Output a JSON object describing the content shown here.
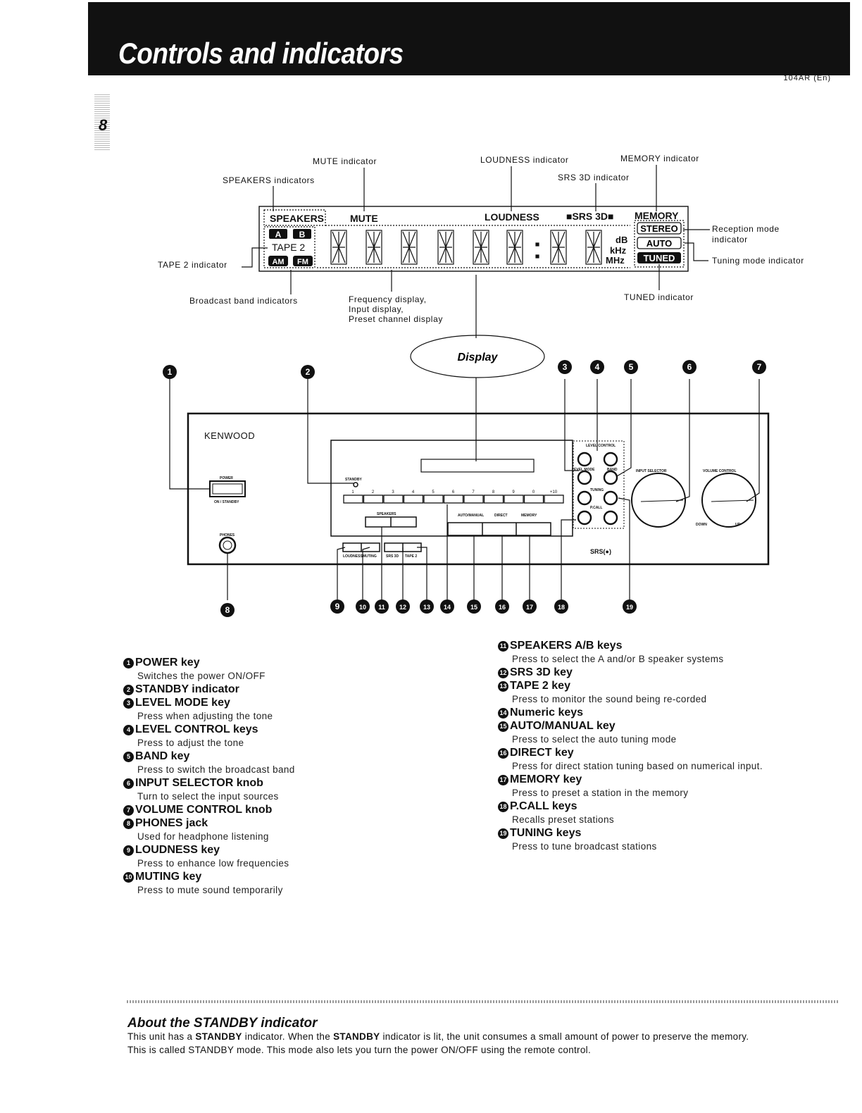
{
  "header": {
    "title": "Controls and indicators",
    "doc_code": "104AR (En)",
    "page_number": "8"
  },
  "display_labels": {
    "mute_indicator": "MUTE indicator",
    "loudness_indicator": "LOUDNESS indicator",
    "memory_indicator": "MEMORY indicator",
    "speakers_indicators": "SPEAKERS indicators",
    "srs3d_indicator": "SRS 3D indicator",
    "reception_mode_indicator_1": "Reception mode",
    "reception_mode_indicator_2": "indicator",
    "tuning_mode_indicator": "Tuning mode indicator",
    "tape2_indicator": "TAPE 2 indicator",
    "broadcast_band_indicators": "Broadcast band indicators",
    "frequency_display_1": "Frequency display,",
    "frequency_display_2": "Input display,",
    "frequency_display_3": "Preset channel display",
    "tuned_indicator": "TUNED indicator",
    "display_oval": "Display"
  },
  "lcd": {
    "speakers": "SPEAKERS",
    "a": "A",
    "b": "B",
    "tape2": "TAPE 2",
    "am": "AM",
    "fm": "FM",
    "mute": "MUTE",
    "loudness": "LOUDNESS",
    "srs3d": "■SRS 3D■",
    "memory": "MEMORY",
    "stereo": "STEREO",
    "auto": "AUTO",
    "tuned": "TUNED",
    "db": "dB",
    "khz": "kHz",
    "mhz": "MHz"
  },
  "panel": {
    "brand": "KENWOOD",
    "power": "POWER",
    "on_standby": "ON / STANDBY",
    "phones": "PHONES",
    "standby": "STANDBY",
    "level_control": "LEVEL CONTROL",
    "level_mode": "LEVEL MODE",
    "band": "BAND",
    "input_selector": "INPUT SELECTOR",
    "volume_control": "VOLUME CONTROL",
    "down": "DOWN",
    "up": "UP",
    "speakers_keys": "SPEAKERS",
    "auto_manual": "AUTO/MANUAL",
    "direct": "DIRECT",
    "memory_key": "MEMORY",
    "loudness": "LOUDNESS",
    "muting": "MUTING",
    "srs3d": "SRS 3D",
    "tape2": "TAPE 2",
    "srs_logo": "SRS(●)",
    "numeric": [
      "1",
      "2",
      "3",
      "4",
      "5",
      "6",
      "7",
      "8",
      "9",
      "0",
      "+10"
    ],
    "tuning": "TUNING",
    "pcall": "P.CALL"
  },
  "callouts_top": [
    "1",
    "2",
    "3",
    "4",
    "5",
    "6",
    "7"
  ],
  "callouts_bottom": [
    "8",
    "9",
    "10",
    "11",
    "12",
    "13",
    "14",
    "15",
    "16",
    "17",
    "18",
    "19"
  ],
  "items_left": [
    {
      "num": "1",
      "title": "POWER key",
      "desc": "Switches the power ON/OFF"
    },
    {
      "num": "2",
      "title": "STANDBY indicator",
      "desc": ""
    },
    {
      "num": "3",
      "title": "LEVEL MODE key",
      "desc": "Press when adjusting the tone"
    },
    {
      "num": "4",
      "title": "LEVEL CONTROL keys",
      "desc": "Press to adjust the tone"
    },
    {
      "num": "5",
      "title": "BAND key",
      "desc": "Press to switch the broadcast band"
    },
    {
      "num": "6",
      "title": "INPUT SELECTOR knob",
      "desc": "Turn to select the input sources"
    },
    {
      "num": "7",
      "title": "VOLUME CONTROL knob",
      "desc": ""
    },
    {
      "num": "8",
      "title": "PHONES jack",
      "desc": "Used for headphone listening"
    },
    {
      "num": "9",
      "title": "LOUDNESS key",
      "desc": "Press to enhance low frequencies"
    },
    {
      "num": "10",
      "title": "MUTING key",
      "desc": "Press to mute sound temporarily"
    }
  ],
  "items_right": [
    {
      "num": "11",
      "title": "SPEAKERS A/B keys",
      "desc": "Press to select the A and/or B speaker systems"
    },
    {
      "num": "12",
      "title": "SRS 3D key",
      "desc": ""
    },
    {
      "num": "13",
      "title": "TAPE 2 key",
      "desc": "Press to monitor the sound being re-corded"
    },
    {
      "num": "14",
      "title": "Numeric keys",
      "desc": ""
    },
    {
      "num": "15",
      "title": "AUTO/MANUAL key",
      "desc": "Press to select the auto tuning mode"
    },
    {
      "num": "16",
      "title": "DIRECT key",
      "desc": "Press for direct station tuning based on numerical input."
    },
    {
      "num": "17",
      "title": "MEMORY key",
      "desc": "Press to preset a station in the memory"
    },
    {
      "num": "18",
      "title": "P.CALL keys",
      "desc": "Recalls preset stations"
    },
    {
      "num": "19",
      "title": "TUNING keys",
      "desc": "Press to tune broadcast stations"
    }
  ],
  "note": {
    "title": "About the STANDBY indicator",
    "t1": "This unit has a ",
    "k1": "STANDBY",
    "t2": " indicator. When the ",
    "k2": "STANDBY",
    "t3": " indicator is lit, the unit consumes a small amount of power to preserve the memory.",
    "line2": "This is called STANDBY mode. This mode also lets you turn the power ON/OFF using the remote control."
  }
}
